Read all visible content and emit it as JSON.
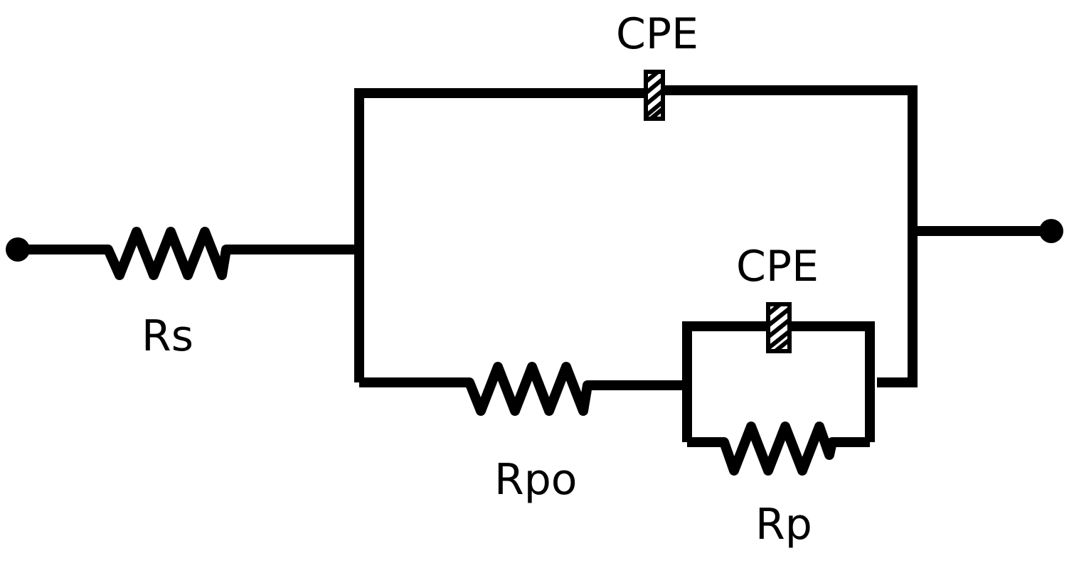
{
  "components": {
    "rs": {
      "label": "Rs"
    },
    "cpe_outer": {
      "label": "CPE"
    },
    "rpo": {
      "label": "Rpo"
    },
    "cpe_inner": {
      "label": "CPE"
    },
    "rp": {
      "label": "Rp"
    }
  },
  "colors": {
    "wire": "#000000",
    "background": "#ffffff"
  }
}
